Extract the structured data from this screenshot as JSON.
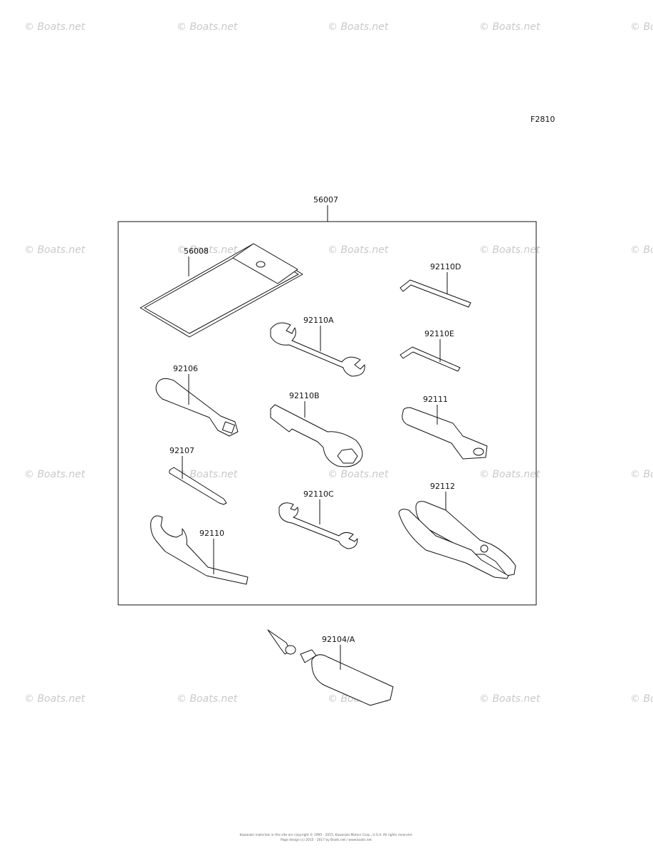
{
  "figure_code": "F2810",
  "watermark": "© Boats.net",
  "kit": {
    "part_number": "56007"
  },
  "parts": {
    "p56008": "56008",
    "p92110D": "92110D",
    "p92110A": "92110A",
    "p92110E": "92110E",
    "p92106": "92106",
    "p92110B": "92110B",
    "p92111": "92111",
    "p92107": "92107",
    "p92110C": "92110C",
    "p92112": "92112",
    "p92110": "92110",
    "p92104A": "92104/A"
  },
  "footer": {
    "line1": "Kawasaki materials in this site are copyright © 1995 - 2015, Kawasaki Motors Corp., U.S.A. All rights reserved.",
    "line2": "Page design (c) 2015 - 2017 by Boats.net / www.boats.net"
  }
}
